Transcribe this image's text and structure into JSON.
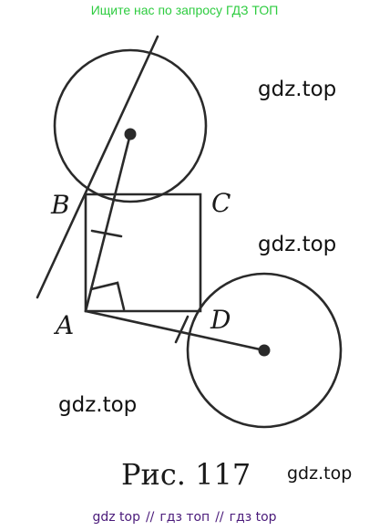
{
  "banner": {
    "text": "Ищите нас по запросу ГДЗ ТОП",
    "color": "#2ecc40"
  },
  "watermark": "gdz.top",
  "caption": "Рис. 117",
  "points": {
    "A": "A",
    "B": "B",
    "C": "C",
    "D": "D"
  },
  "footer": {
    "parts": [
      "gdz top",
      "гдз топ",
      "гдз top"
    ],
    "separator": "//",
    "color": "#4a1a7a"
  },
  "stroke_color": "#2a2a2a"
}
